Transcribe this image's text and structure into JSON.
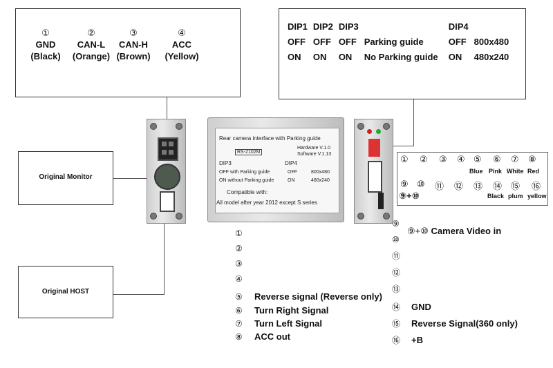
{
  "can_box": {
    "pins": [
      {
        "num": "①",
        "name": "GND",
        "color": "(Black)"
      },
      {
        "num": "②",
        "name": "CAN-L",
        "color": "(Orange)"
      },
      {
        "num": "③",
        "name": "CAN-H",
        "color": "(Brown)"
      },
      {
        "num": "④",
        "name": "ACC",
        "color": "(Yellow)"
      }
    ]
  },
  "dip_table": {
    "header": [
      "DIP1",
      "DIP2",
      "DIP3",
      "",
      "DIP4",
      ""
    ],
    "rows": [
      [
        "OFF",
        "OFF",
        "OFF",
        "Parking guide",
        "OFF",
        "800x480"
      ],
      [
        "ON",
        "ON",
        "ON",
        "No Parking guide",
        "ON",
        "480x240"
      ]
    ]
  },
  "labels": {
    "original_monitor": "Original Monitor",
    "original_host": "Original HOST"
  },
  "device": {
    "title": "Rear camera interface with Parking guide",
    "model": "RS-2102M",
    "hardware": "Hardware V.1.0",
    "software": "Software V.1.13",
    "dip3": "DIP3",
    "dip4": "DIP4",
    "row1_left": "OFF with Parking guide",
    "row1_mid": "OFF",
    "row1_right": "800x480",
    "row2_left": "ON without Parking guide",
    "row2_mid": "ON",
    "row2_right": "480x240",
    "compat_title": "Compatible with:",
    "compat_text": "All model after year 2012 except S series"
  },
  "connector_box": {
    "top_nums": [
      "①",
      "②",
      "③",
      "④",
      "⑤",
      "⑥",
      "⑦",
      "⑧"
    ],
    "top_colors": [
      "",
      "",
      "",
      "",
      "Blue",
      "Pink",
      "White",
      "Red"
    ],
    "bottom_nums": [
      "⑨",
      "⑩",
      "⑪",
      "⑫",
      "⑬",
      "⑭",
      "⑮",
      "⑯"
    ],
    "bottom_colors": [
      "",
      "",
      "",
      "",
      "",
      "Black",
      "plum",
      "yellow"
    ],
    "combo": "⑨+⑩"
  },
  "pins_left": [
    {
      "num": "①",
      "text": ""
    },
    {
      "num": "②",
      "text": ""
    },
    {
      "num": "③",
      "text": ""
    },
    {
      "num": "④",
      "text": ""
    },
    {
      "num": "⑤",
      "text": "Reverse signal (Reverse only)"
    },
    {
      "num": "⑥",
      "text": "Turn Right Signal"
    },
    {
      "num": "⑦",
      "text": "Turn Left Signal"
    },
    {
      "num": "⑧",
      "text": "ACC out"
    }
  ],
  "pins_right": [
    {
      "num": "⑨",
      "text": ""
    },
    {
      "num": "⑩",
      "text": ""
    },
    {
      "num": "⑪",
      "text": ""
    },
    {
      "num": "⑫",
      "text": ""
    },
    {
      "num": "⑬",
      "text": ""
    },
    {
      "num": "⑭",
      "text": "GND"
    },
    {
      "num": "⑮",
      "text": "Reverse Signal(360 only)"
    },
    {
      "num": "⑯",
      "text": "+B"
    }
  ],
  "camera_video": {
    "num": "⑨+⑩",
    "text": "Camera Video in"
  }
}
